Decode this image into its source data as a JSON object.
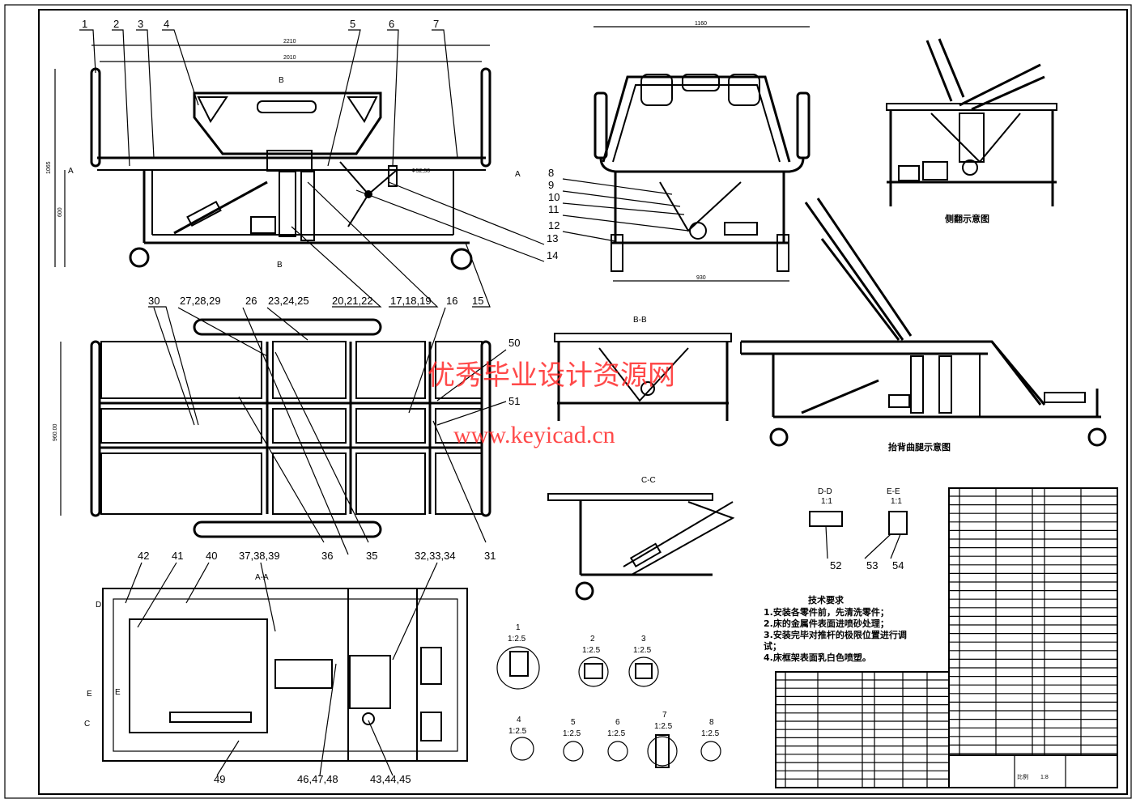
{
  "balloons_top": [
    "1",
    "2",
    "3",
    "4",
    "5",
    "6",
    "7"
  ],
  "balloons_side": [
    "8",
    "9",
    "10",
    "11",
    "12",
    "13",
    "14"
  ],
  "balloons_mid": [
    "30",
    "27,28,29",
    "26",
    "23,24,25",
    "20,21,22",
    "17,18,19",
    "16",
    "15"
  ],
  "balloons_plan_right": [
    "50",
    "51"
  ],
  "balloons_plan_bottom": [
    "36",
    "35",
    "31"
  ],
  "balloons_aa_top": [
    "42",
    "41",
    "40",
    "37,38,39",
    "32,33,34"
  ],
  "balloons_aa_bottom": [
    "49",
    "46,47,48",
    "43,44,45"
  ],
  "dimensions": {
    "overall_length": "2210",
    "inner_length": "2010",
    "height": "1065",
    "frame_height": "600",
    "sub": "Φ52,50",
    "end_width": "1160",
    "end_base": "930",
    "plan_width": "960.00"
  },
  "section_marks": {
    "a": "A",
    "b": "B",
    "c": "C",
    "d": "D",
    "e": "E"
  },
  "views": {
    "bb": "B-B",
    "cc": "C-C",
    "aa": "A-A",
    "dd": "D-D",
    "dd_scale": "1:1",
    "ee": "E-E",
    "ee_scale": "1:1",
    "side_tilt": "侧翻示意图",
    "back_leg": "抬背曲腿示意图"
  },
  "detail_views": [
    {
      "n": "1",
      "scale": "1:2.5"
    },
    {
      "n": "2",
      "scale": "1:2.5"
    },
    {
      "n": "3",
      "scale": "1:2.5"
    },
    {
      "n": "4",
      "scale": "1:2.5"
    },
    {
      "n": "5",
      "scale": "1:2.5"
    },
    {
      "n": "6",
      "scale": "1:2.5"
    },
    {
      "n": "7",
      "scale": "1:2.5"
    },
    {
      "n": "8",
      "scale": "1:2.5"
    }
  ],
  "small_balloons": [
    "52",
    "53",
    "54"
  ],
  "tech": {
    "title": "技术要求",
    "items": [
      "1.安装各零件前，先清洗零件；",
      "2.床的金属件表面进喷砂处理；",
      "3.安装完毕对推杆的极限位置进行调",
      "试；",
      "4.床框架表面乳白色喷塑。"
    ]
  },
  "title_block": {
    "scale_label": "比例",
    "scale": "1:8"
  },
  "watermark": {
    "cn": "优秀毕业设计资源网",
    "url": "www.keyicad.cn"
  }
}
